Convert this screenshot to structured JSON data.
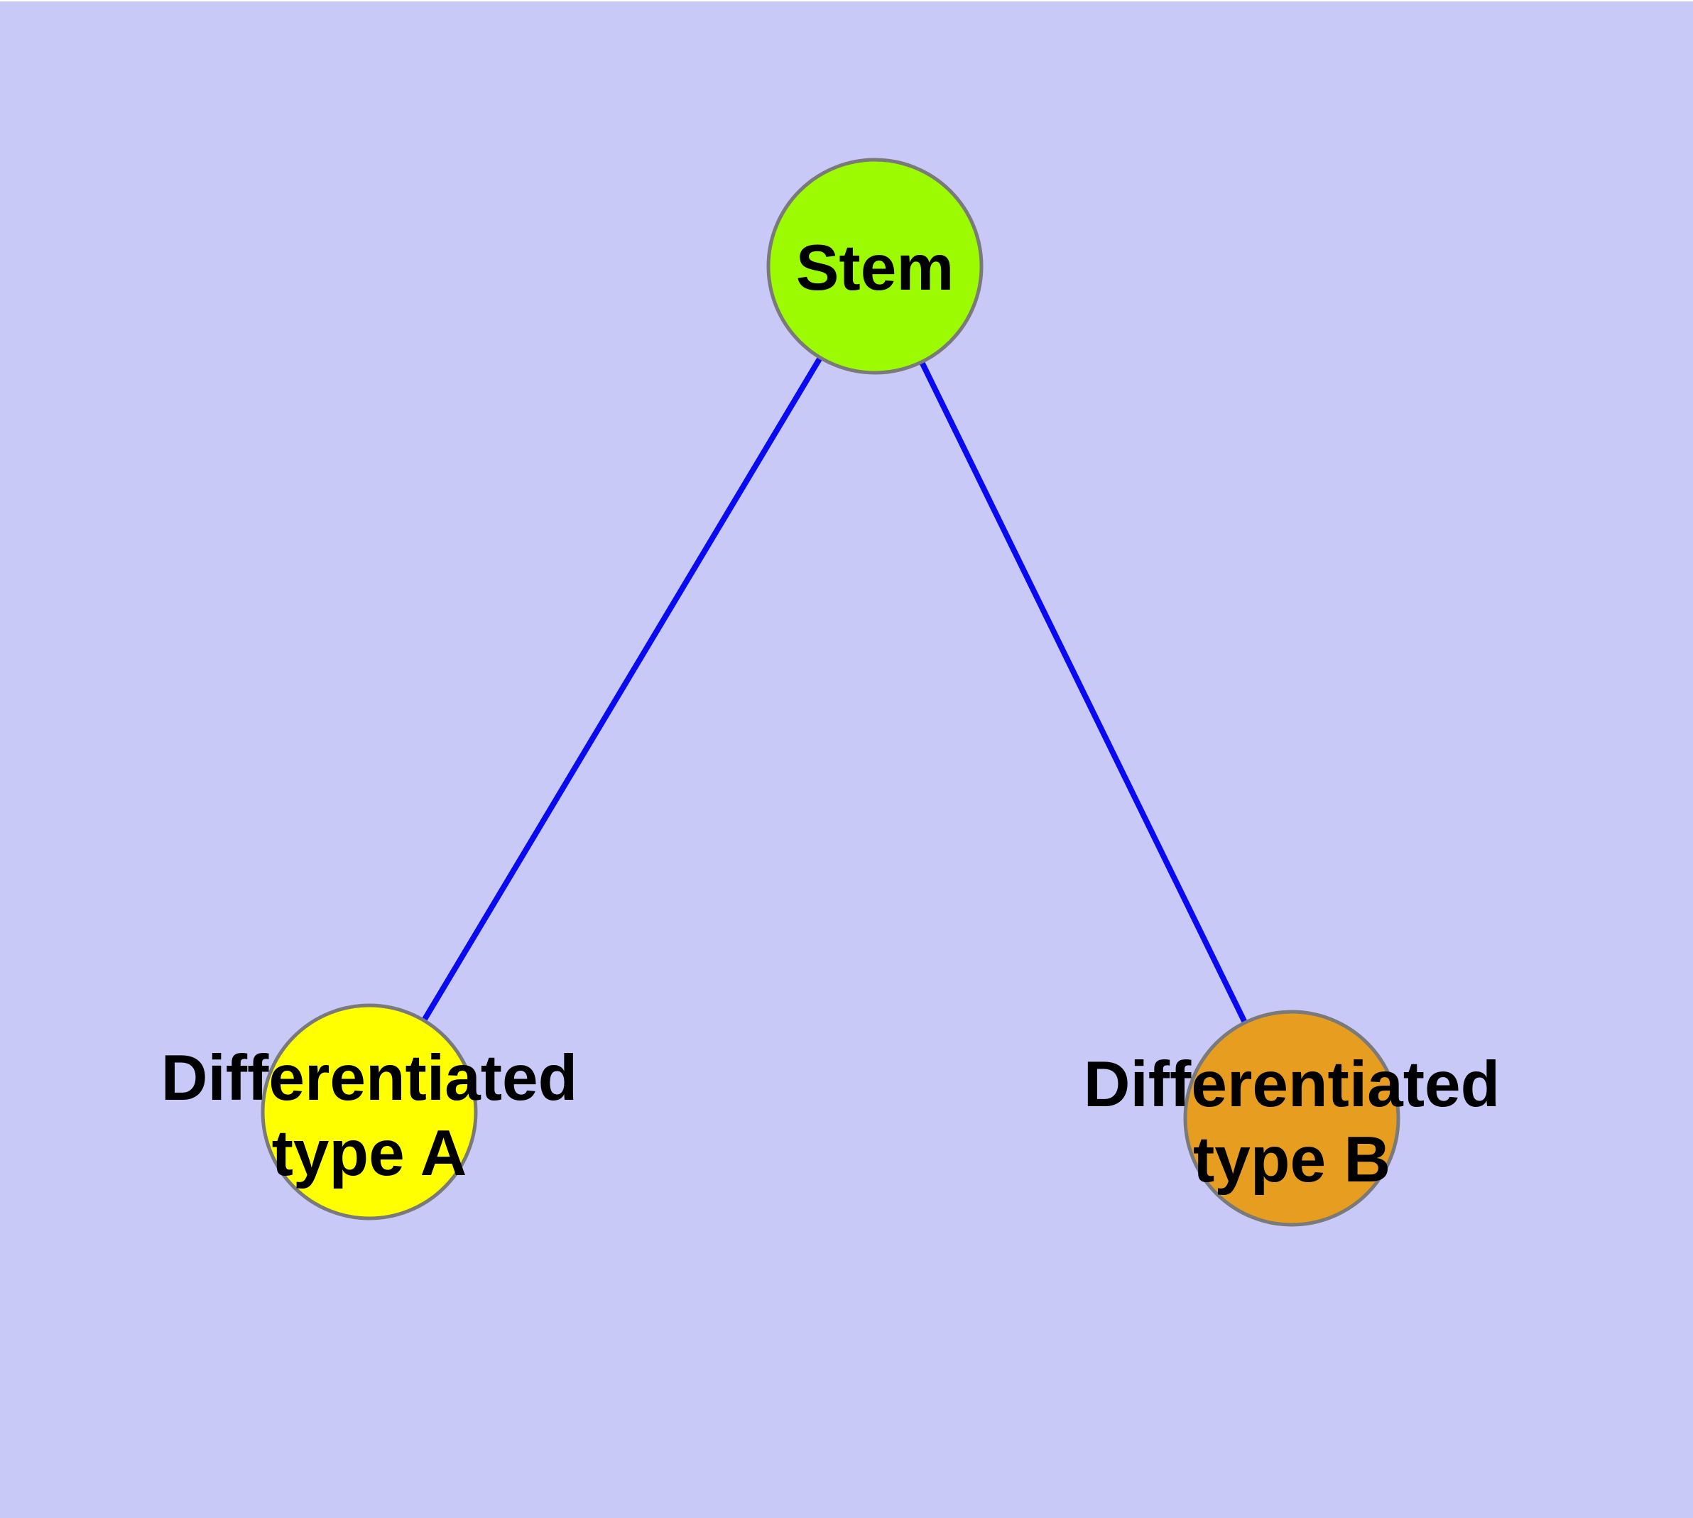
{
  "diagram": {
    "background_color": "#C9C9F8",
    "frame_color": "#FFFFFF",
    "edge_color": "#0A0AF0",
    "node_border_color": "#7A7A7A",
    "text_color": "#000000",
    "nodes": {
      "stem": {
        "label": "Stem",
        "fill": "#9CFB00"
      },
      "type_a": {
        "label_line1": "Differentiated",
        "label_line2": "type A",
        "fill": "#FFFF00"
      },
      "type_b": {
        "label_line1": "Differentiated",
        "label_line2": "type B",
        "fill": "#E79D20"
      }
    },
    "edges": [
      {
        "from": "Stem",
        "to": "Differentiated type A"
      },
      {
        "from": "Stem",
        "to": "Differentiated type B"
      }
    ]
  }
}
